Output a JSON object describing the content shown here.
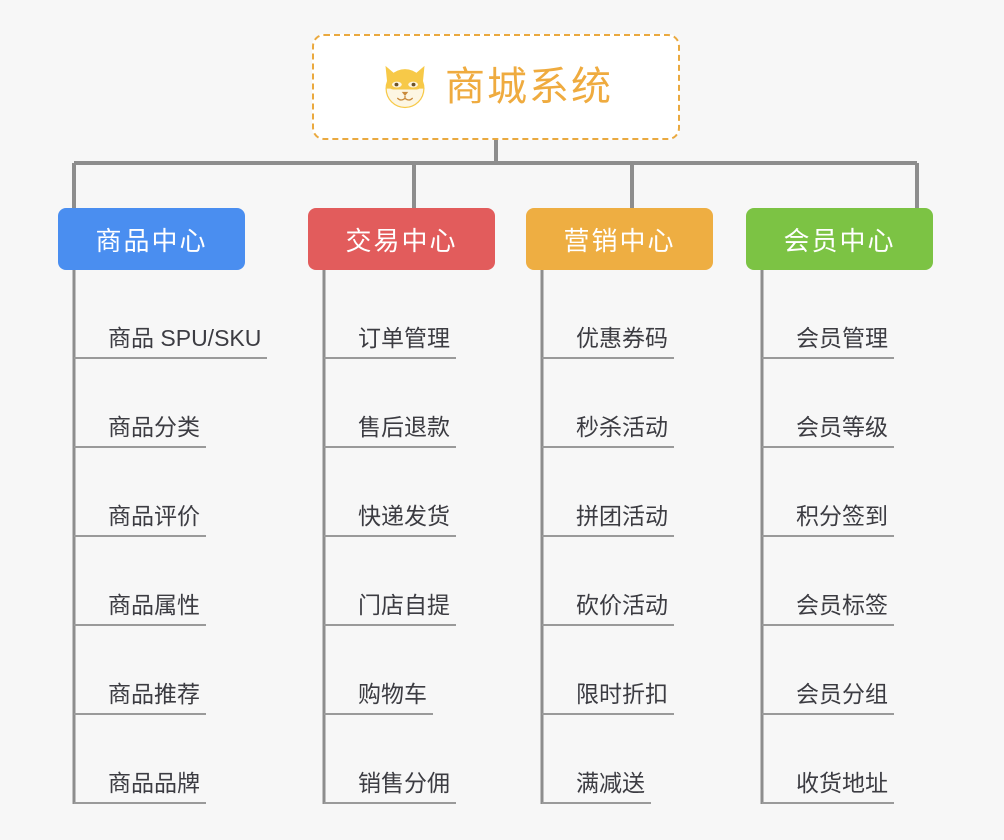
{
  "canvas": {
    "background_color": "#f7f7f7",
    "connector_color": "#8d8d8d",
    "leaf_line_color": "#9a9a9a",
    "leaf_text_color": "#3c3c42"
  },
  "root": {
    "title": "商城系统",
    "icon": "shiba-dog-face-icon",
    "text_color": "#efab3f",
    "border_color": "#eaa93f",
    "background_color": "#ffffff"
  },
  "branches": [
    {
      "label": "商品中心",
      "color": "#4a8ef0",
      "items": [
        "商品 SPU/SKU",
        "商品分类",
        "商品评价",
        "商品属性",
        "商品推荐",
        "商品品牌"
      ]
    },
    {
      "label": "交易中心",
      "color": "#e25c5c",
      "items": [
        "订单管理",
        "售后退款",
        "快递发货",
        "门店自提",
        "购物车",
        "销售分佣"
      ]
    },
    {
      "label": "营销中心",
      "color": "#eeae42",
      "items": [
        "优惠券码",
        "秒杀活动",
        "拼团活动",
        "砍价活动",
        "限时折扣",
        "满减送"
      ]
    },
    {
      "label": "会员中心",
      "color": "#7cc344",
      "items": [
        "会员管理",
        "会员等级",
        "积分签到",
        "会员标签",
        "会员分组",
        "收货地址"
      ]
    }
  ]
}
